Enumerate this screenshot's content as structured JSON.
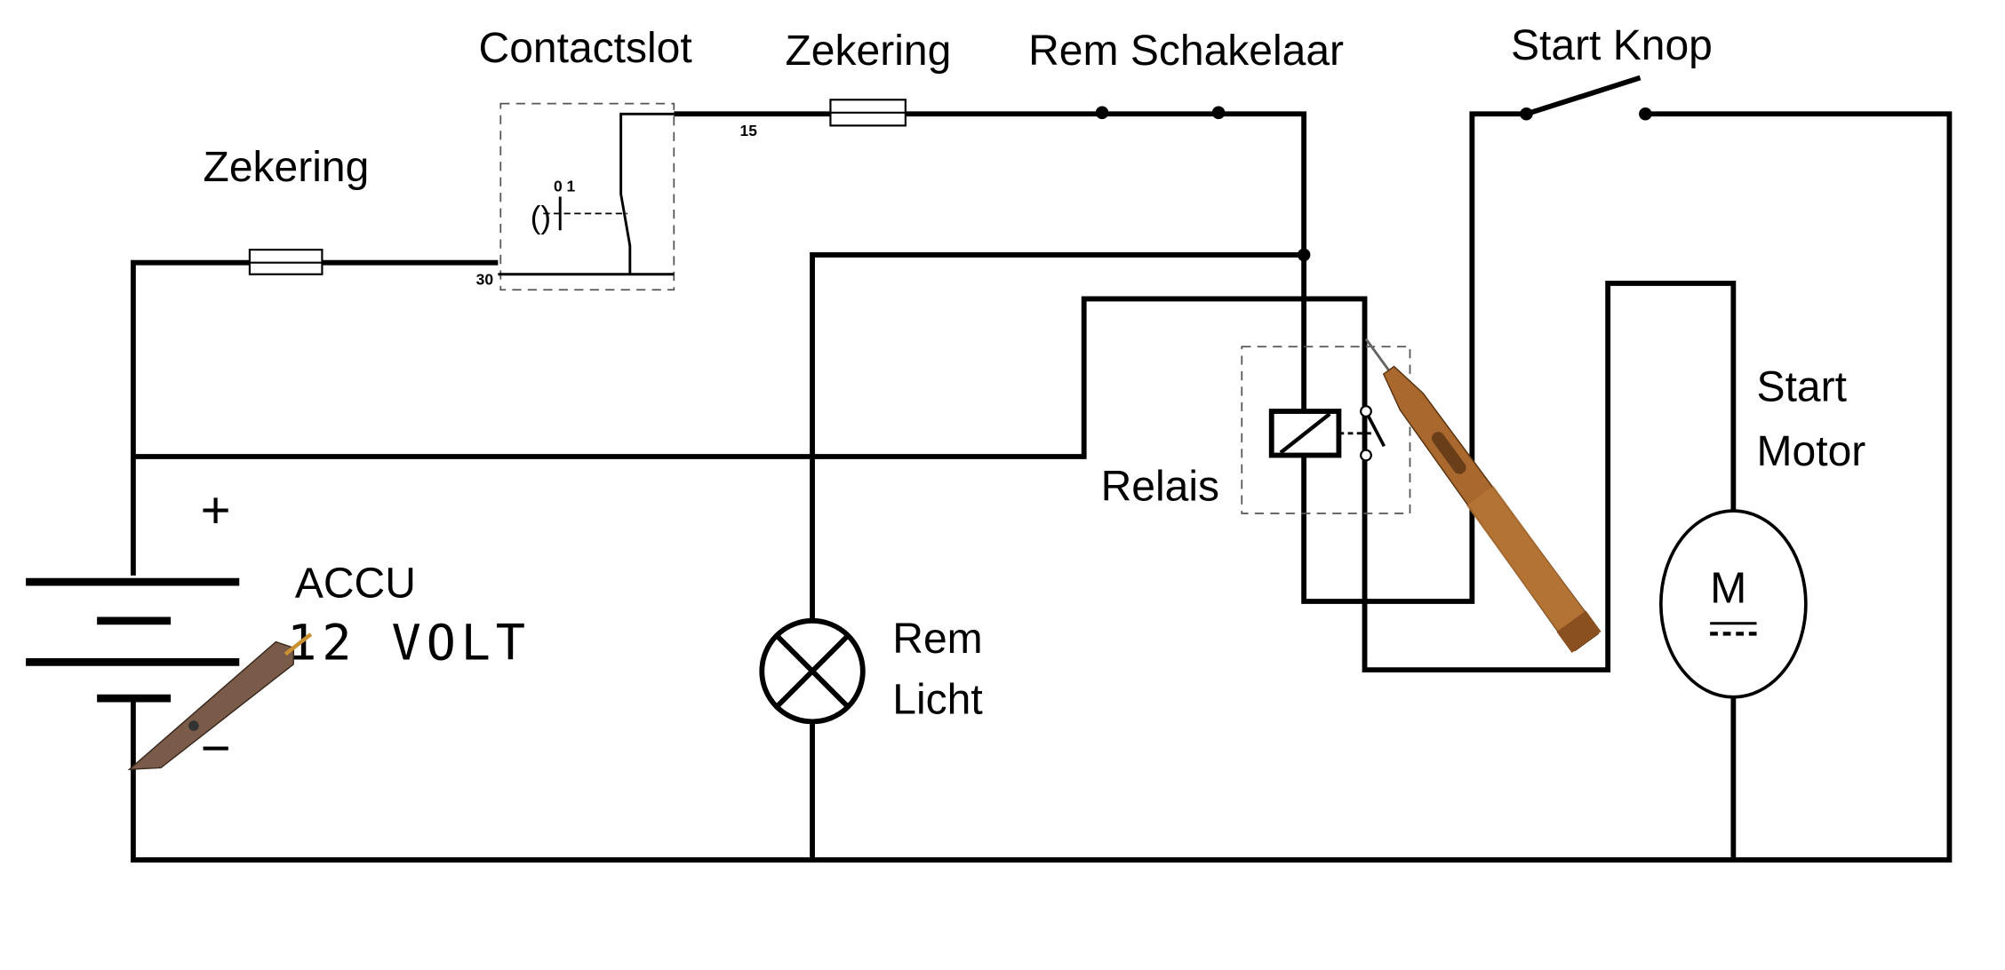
{
  "labels": {
    "contactslot": "Contactslot",
    "zekering_top": "Zekering",
    "rem_schakelaar": "Rem Schakelaar",
    "start_knop": "Start Knop",
    "zekering_left": "Zekering",
    "start_motor_line1": "Start",
    "start_motor_line2": "Motor",
    "relais": "Relais",
    "accu": "ACCU",
    "voltage": "12 VOLT",
    "rem_licht_line1": "Rem",
    "rem_licht_line2": "Licht",
    "plus": "+",
    "minus": "−",
    "terminal_30": "30",
    "terminal_15": "15",
    "switch_positions": "0 1",
    "motor_symbol": "M"
  },
  "colors": {
    "wire": "#000000",
    "probe": "#a8682e",
    "clip": "#7a5a48"
  }
}
